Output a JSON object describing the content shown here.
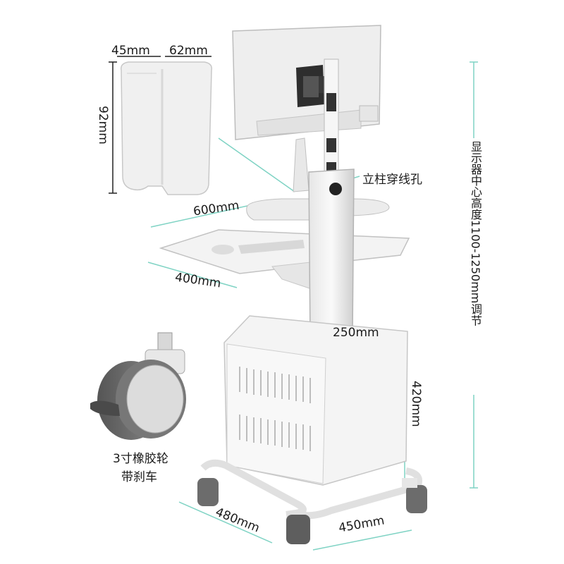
{
  "labels": {
    "holder_width_a": "45mm",
    "holder_width_b": "62mm",
    "holder_height": "92mm",
    "cable_hole": "立柱穿线孔",
    "tray_width": "600mm",
    "tray_depth": "400mm",
    "column_width": "250mm",
    "cabinet_height": "420mm",
    "base_depth": "480mm",
    "base_width": "450mm",
    "wheel_line1": "3寸橡胶轮",
    "wheel_line2": "带刹车",
    "monitor_height": "显示器中心高度1100-1250mm调节"
  },
  "colors": {
    "dim_line": "#7fd3c4",
    "body": "#f2f2f2",
    "outline": "#9a9a9a",
    "dark": "#3a3a3a"
  }
}
